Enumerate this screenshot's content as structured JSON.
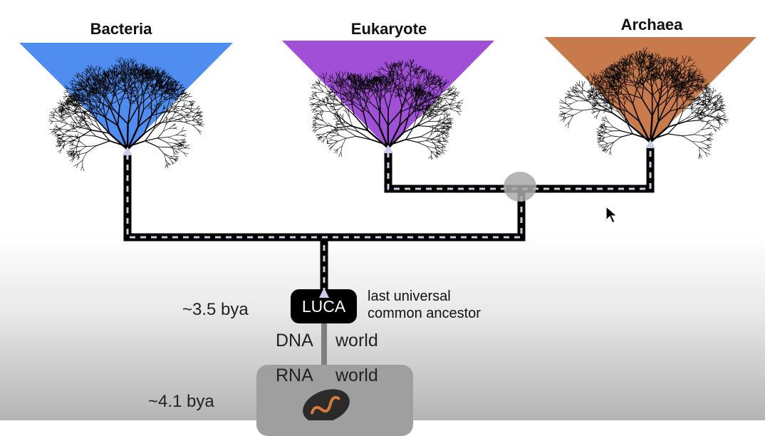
{
  "domains": [
    {
      "name": "Bacteria",
      "color": "#4f8ef0"
    },
    {
      "name": "Eukaryote",
      "color": "#a24fd8"
    },
    {
      "name": "Archaea",
      "color": "#c87a4c"
    }
  ],
  "luca": {
    "label": "LUCA",
    "description_line1": "last universal",
    "description_line2": "common ancestor"
  },
  "eras": {
    "dna_time": "~3.5 bya",
    "rna_time": "~4.1 bya",
    "dna_word": "DNA",
    "rna_word": "RNA",
    "world_word": "world"
  },
  "colors": {
    "branch": "#000000",
    "dash": "#c8cde8",
    "merge_node": "#a9a9a9",
    "cell": "#2b2b2b",
    "cell_squiggle": "#d77a3a"
  }
}
